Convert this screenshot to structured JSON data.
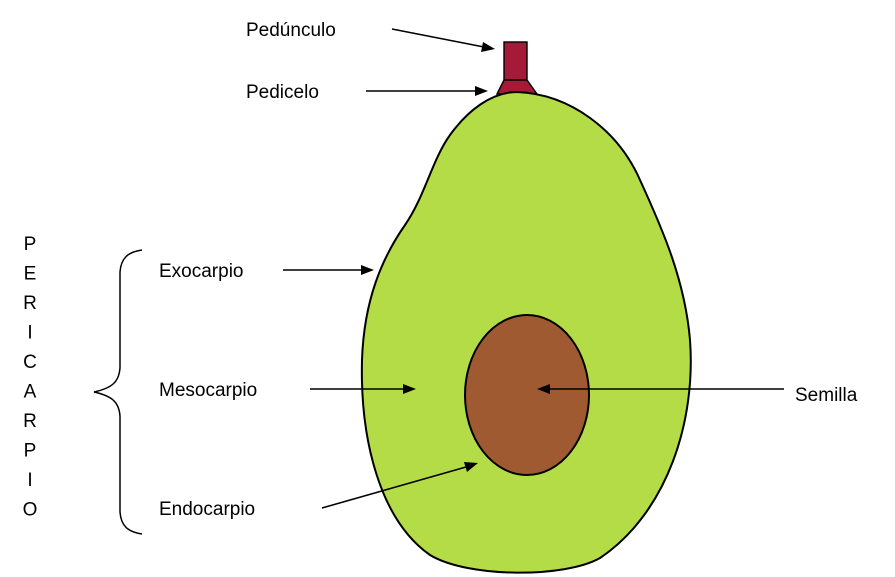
{
  "labels": {
    "peduncle": "Pedúnculo",
    "pedicel": "Pedicelo",
    "exocarp": "Exocarpio",
    "mesocarp": "Mesocarpio",
    "endocarp": "Endocarpio",
    "seed": "Semilla"
  },
  "pericarp_letters": [
    "P",
    "E",
    "R",
    "I",
    "C",
    "A",
    "R",
    "P",
    "I",
    "O"
  ],
  "colors": {
    "flesh": "#b3dc47",
    "seed": "#a05a32",
    "stem": "#a41a38",
    "outline": "#000000"
  }
}
